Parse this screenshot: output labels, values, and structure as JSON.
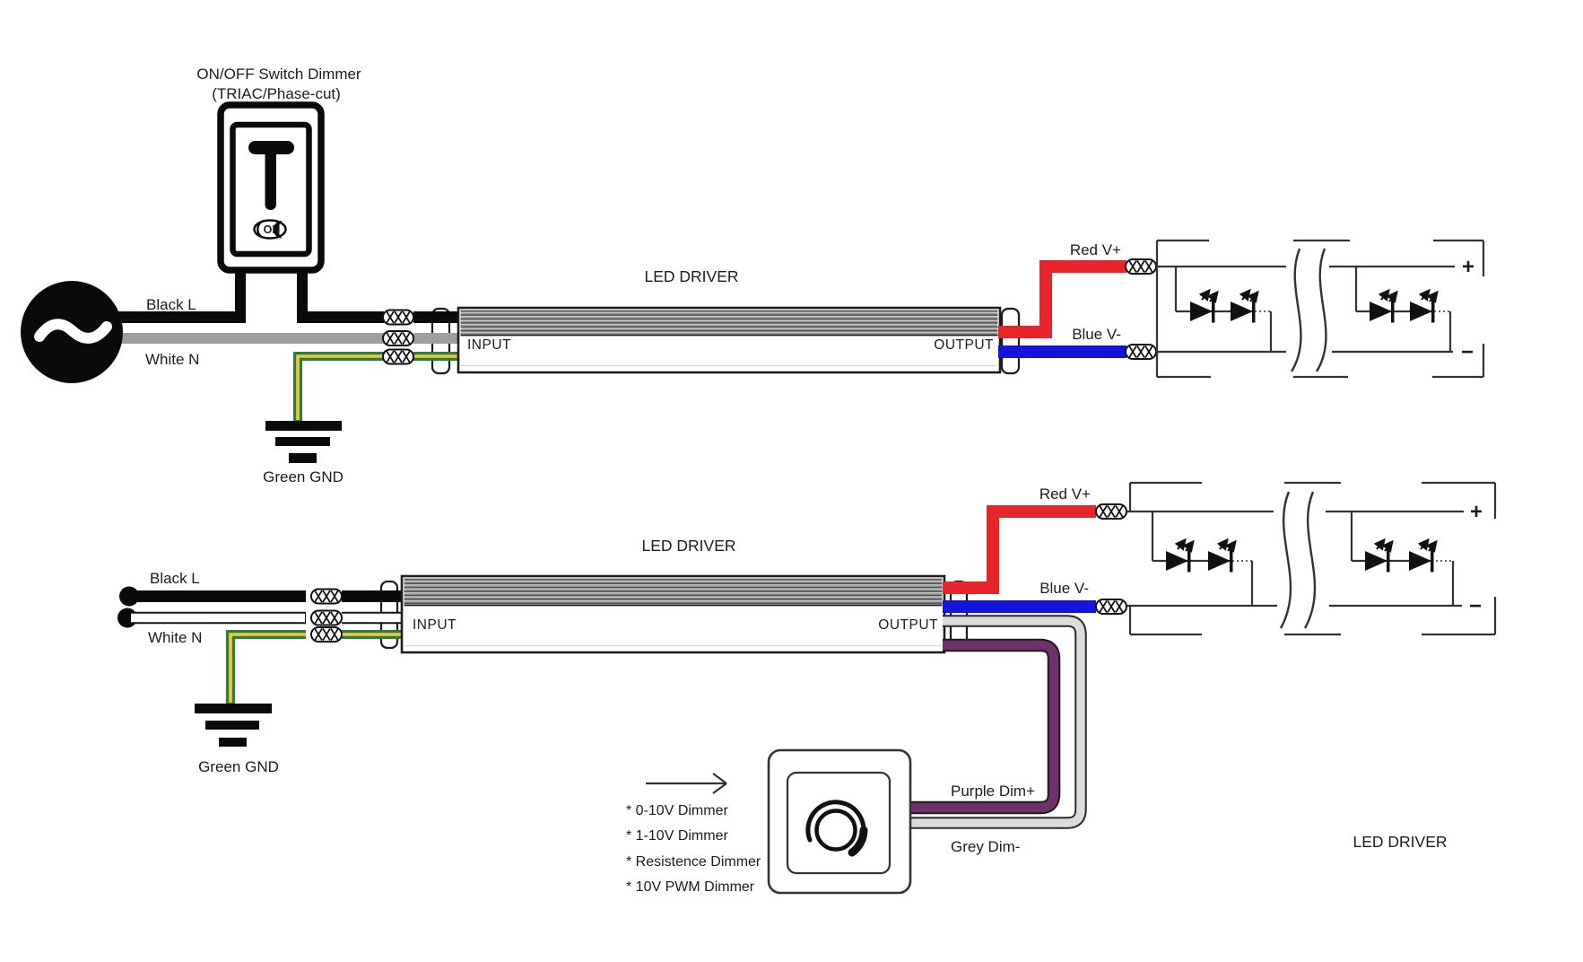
{
  "diagram1": {
    "source": {
      "line_label": "Black L",
      "neutral_label": "White N",
      "ground_label": "Green GND"
    },
    "switch": {
      "title": "ON/OFF Switch Dimmer",
      "subtitle": "(TRIAC/Phase-cut)",
      "state": "ON"
    },
    "driver": {
      "title": "LED DRIVER",
      "input_label": "INPUT",
      "output_label": "OUTPUT"
    },
    "output_wires": {
      "vplus_label": "Red V+",
      "vminus_label": "Blue V-"
    },
    "led_panel": {
      "plus": "+",
      "minus": "−"
    }
  },
  "diagram2": {
    "source": {
      "line_label": "Black L",
      "neutral_label": "White N",
      "ground_label": "Green GND"
    },
    "driver": {
      "title": "LED DRIVER",
      "input_label": "INPUT",
      "output_label": "OUTPUT"
    },
    "output_wires": {
      "vplus_label": "Red V+",
      "vminus_label": "Blue V-",
      "dim_plus_label": "Purple Dim+",
      "dim_minus_label": "Grey Dim-"
    },
    "led_panel": {
      "plus": "+",
      "minus": "−"
    },
    "caption": "LED DRIVER",
    "dimmer": {
      "types": [
        "* 0-10V Dimmer",
        "* 1-10V Dimmer",
        "* Resistence Dimmer",
        "* 10V PWM Dimmer"
      ]
    }
  },
  "colors": {
    "wire_red": "#e8252b",
    "wire_blue": "#1414dd",
    "wire_purple": "#703069",
    "wire_grey": "#dcdcdc",
    "wire_neutral_grey": "#9e9e9e",
    "wire_green": "#2e7d3c",
    "wire_yellow": "#eec93e",
    "line_black": "#0a0a0a"
  }
}
